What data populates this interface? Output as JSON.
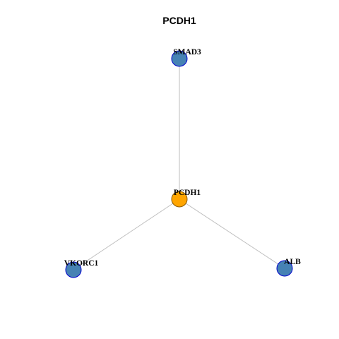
{
  "title": "PCDH1",
  "colors": {
    "center_fill": "#FFA500",
    "center_stroke": "#8B5A00",
    "neighbor_fill": "#4682B4",
    "neighbor_stroke": "#0000CD",
    "edge": "#BEBEBE"
  },
  "nodes": [
    {
      "id": "SMAD3",
      "label": "SMAD3",
      "role": "neighbor"
    },
    {
      "id": "PCDH1",
      "label": "PCDH1",
      "role": "center"
    },
    {
      "id": "VKORC1",
      "label": "VKORC1",
      "role": "neighbor"
    },
    {
      "id": "ALB",
      "label": "ALB",
      "role": "neighbor"
    }
  ],
  "edges": [
    {
      "source": "PCDH1",
      "target": "SMAD3"
    },
    {
      "source": "PCDH1",
      "target": "VKORC1"
    },
    {
      "source": "PCDH1",
      "target": "ALB"
    }
  ]
}
